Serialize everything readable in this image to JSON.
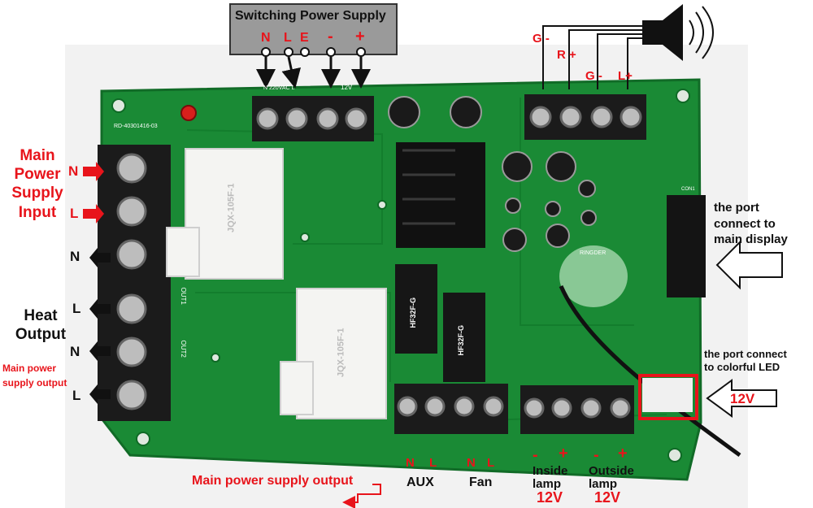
{
  "colors": {
    "board": "#1a8a35",
    "board_dark": "#0f6a26",
    "annotation_red": "#e8141b",
    "terminal": "#1b1b1b",
    "relay": "#f4f4f2",
    "psu_box": "#9a9a9a"
  },
  "top": {
    "psu_title": "Switching Power Supply",
    "psu_terms": [
      "N",
      "L",
      "E",
      "-",
      "+"
    ]
  },
  "speaker": {
    "terms": [
      "G -",
      "R +",
      "G -",
      "L+"
    ],
    "icon": "speaker-icon"
  },
  "left": {
    "input_title": [
      "Main",
      "Power",
      "Supply",
      "Input"
    ],
    "input_terms": [
      "N",
      "L"
    ],
    "output_terms": [
      "N",
      "L",
      "N",
      "L"
    ],
    "heat_title": [
      "Heat",
      "Output"
    ],
    "mps_output": [
      "Main power",
      "supply output"
    ]
  },
  "right": {
    "display_label": [
      "the port",
      "connect to",
      "main display"
    ],
    "led_label": [
      "the port connect",
      "to colorful LED"
    ],
    "led_voltage": "12V"
  },
  "bottom": {
    "aux_terms": [
      "N",
      "L"
    ],
    "aux_label": "AUX",
    "fan_terms": [
      "N",
      "L"
    ],
    "fan_label": "Fan",
    "main_output": "Main power supply output",
    "inside_lamp": [
      "Inside",
      "lamp"
    ],
    "outside_lamp": [
      "Outside",
      "lamp"
    ],
    "lamp_polarity": [
      "-",
      "+"
    ],
    "lamp_voltage": "12V"
  },
  "board_text": {
    "model": "RD-40301416-03",
    "relay_model": "JQX-105F-1",
    "small_relay": "HF32F-G",
    "out1": "OUT1",
    "out2": "OUT2",
    "psu_print": "N 220VAC L",
    "psu_print2": "12V",
    "brand": "RINGDER",
    "conn": "CON1"
  }
}
